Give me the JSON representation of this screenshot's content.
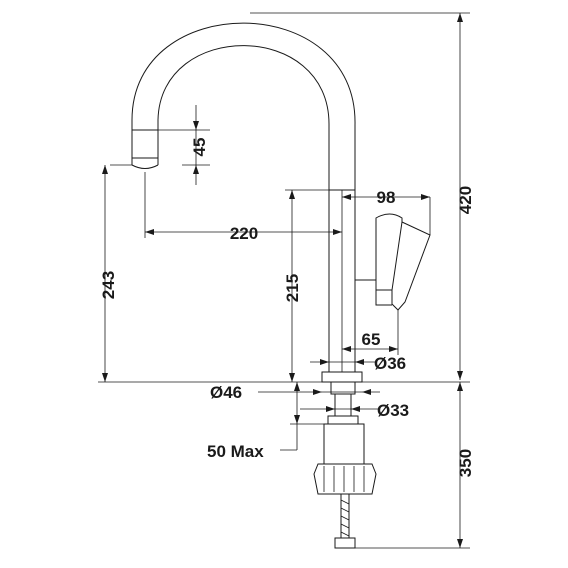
{
  "drawing": {
    "dimensions": {
      "total_height": "420",
      "spout_drop": "45",
      "spout_reach": "220",
      "handle_depth": "98",
      "spout_height": "243",
      "body_height": "215",
      "handle_offset": "65",
      "body_diameter": "Ø36",
      "base_diameter": "Ø46",
      "hole_diameter": "Ø33",
      "max_thickness": "50 Max",
      "under_length": "350"
    }
  }
}
